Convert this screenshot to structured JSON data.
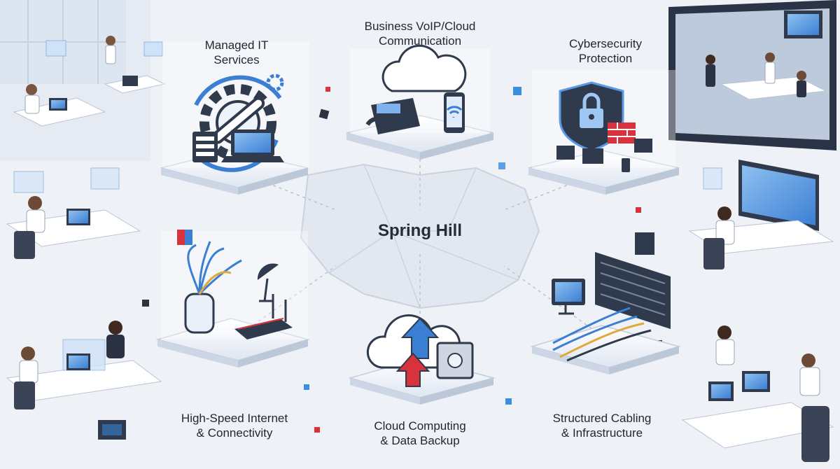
{
  "center": {
    "title": "Spring Hill"
  },
  "services": [
    {
      "id": "managed-it",
      "line1": "Managed IT",
      "line2": "Services"
    },
    {
      "id": "voip",
      "line1": "Business VoIP/Cloud",
      "line2": "Communication"
    },
    {
      "id": "cybersecurity",
      "line1": "Cybersecurity",
      "line2": "Protection"
    },
    {
      "id": "internet",
      "line1": "High-Speed Internet",
      "line2": "& Connectivity"
    },
    {
      "id": "cloud-backup",
      "line1": "Cloud Computing",
      "line2": "& Data Backup"
    },
    {
      "id": "cabling",
      "line1": "Structured Cabling",
      "line2": "& Infrastructure"
    }
  ],
  "colors": {
    "background": "#eef1f6",
    "platform": "#f7f9fc",
    "accent_blue": "#3b7fd4",
    "dark": "#262b36",
    "alert_red": "#d8323c"
  }
}
